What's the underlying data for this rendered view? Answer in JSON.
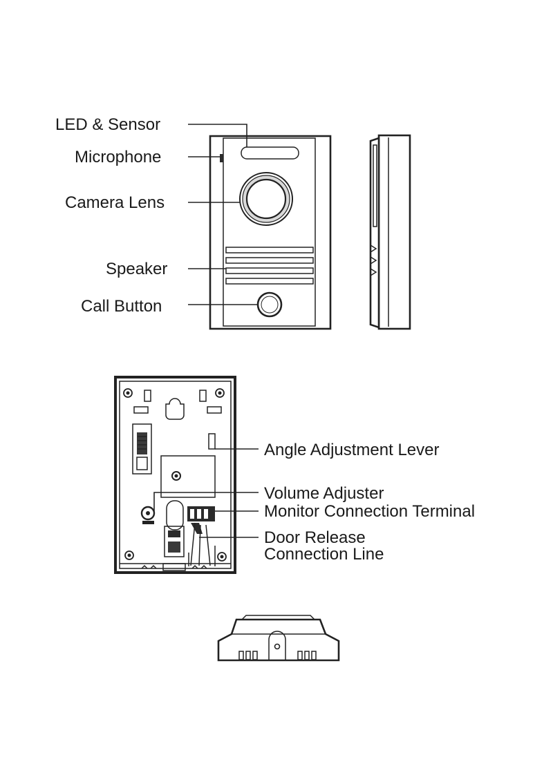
{
  "front_labels": {
    "led_sensor": "LED & Sensor",
    "microphone": "Microphone",
    "camera_lens": "Camera Lens",
    "speaker": "Speaker",
    "call_button": "Call Button"
  },
  "back_labels": {
    "angle_lever": "Angle Adjustment Lever",
    "volume_adjuster": "Volume Adjuster",
    "monitor_terminal": "Monitor Connection Terminal",
    "door_release_1": "Door Release",
    "door_release_2": "Connection Line"
  }
}
